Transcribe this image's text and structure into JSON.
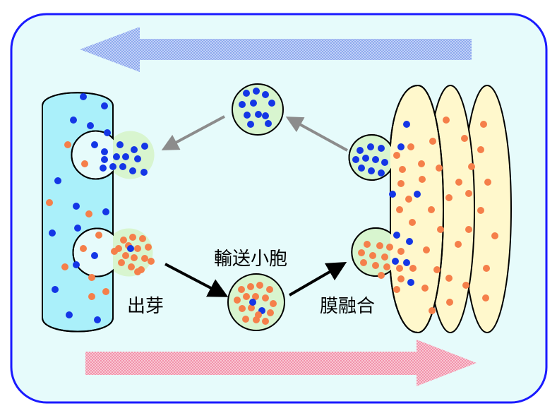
{
  "labels": {
    "budding": "出芽",
    "transport_vesicle": "輸送小胞",
    "membrane_fusion": "膜融合"
  },
  "colors": {
    "frame_stroke": "#1a1aff",
    "frame_fill": "#e6fbfb",
    "left_compartment": "#aaf0fa",
    "right_compartment": "#fff8cc",
    "vesicle_fill": "#d8f5cf",
    "blue_cargo": "#1436e6",
    "orange_cargo": "#f57f4a",
    "top_arrow": "#9eb8f2",
    "bottom_arrow": "#f5a3b8",
    "grey_arrow": "#8c8c8c",
    "black_arrow": "#000000"
  }
}
